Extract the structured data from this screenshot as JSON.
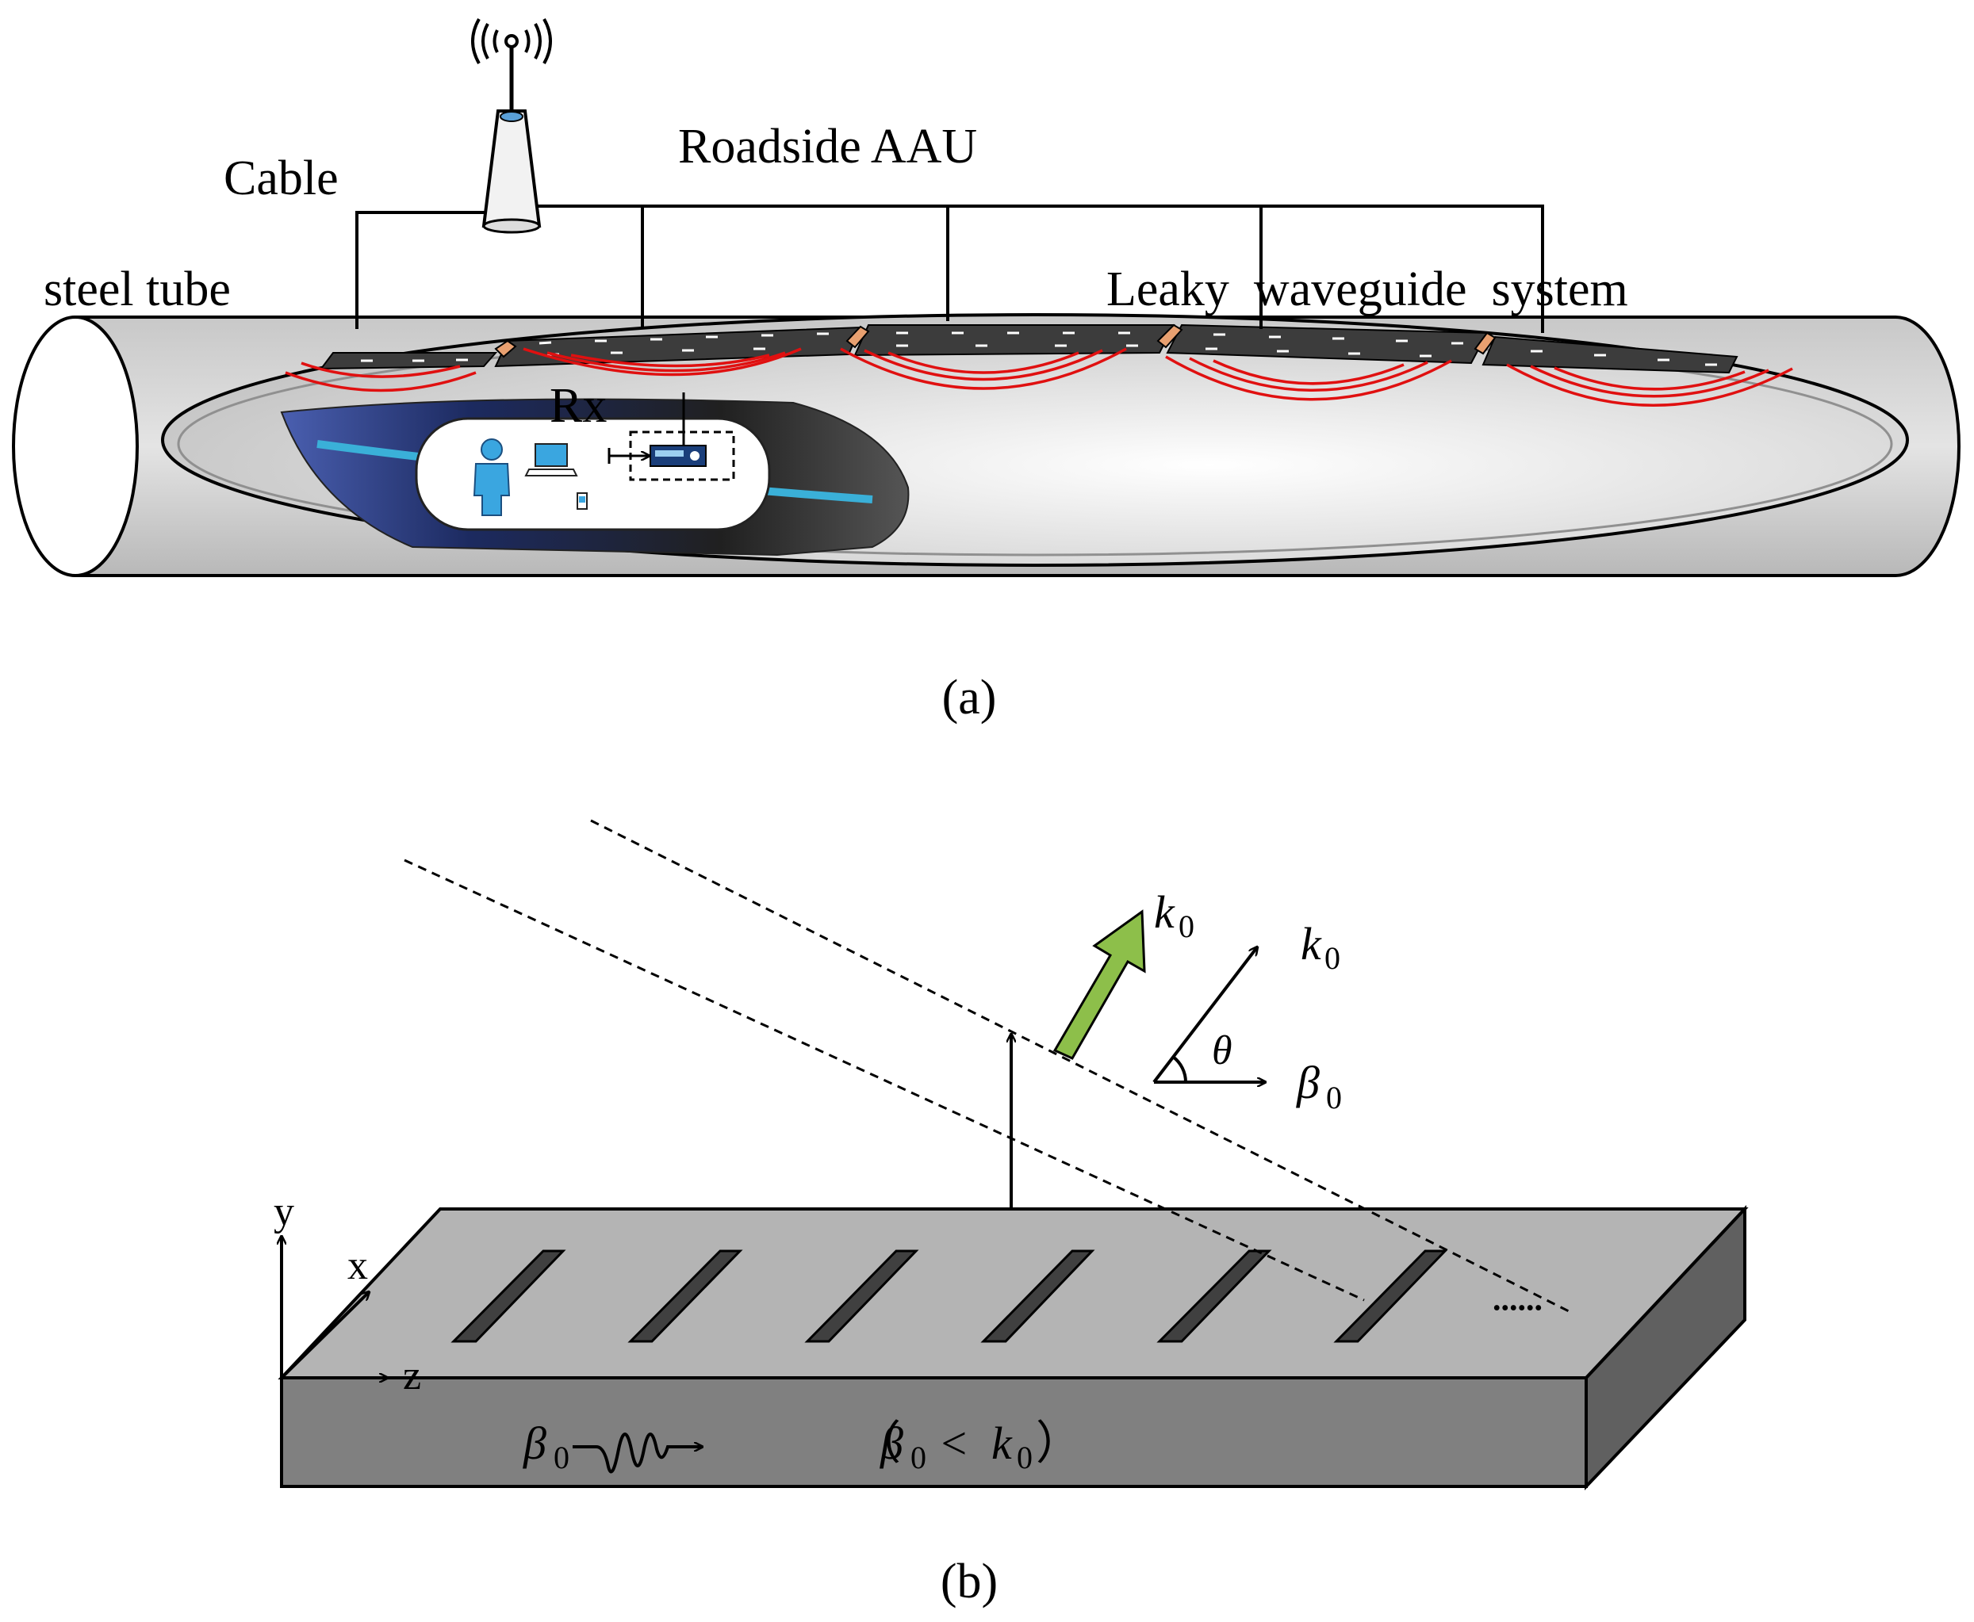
{
  "panel_a": {
    "label_cable": "Cable",
    "label_aau": "Roadside AAU",
    "label_tube": "steel tube",
    "label_waveguide": "Leaky  waveguide  system",
    "label_rx": "Rx",
    "caption": "(a)"
  },
  "panel_b": {
    "k0_arrow": {
      "sym": "k",
      "sub": "0"
    },
    "k0_vector": {
      "sym": "k",
      "sub": "0"
    },
    "beta_vector": {
      "sym": "β",
      "sub": "0"
    },
    "theta": "θ",
    "axis_y": "y",
    "axis_x": "x",
    "axis_z": "z",
    "beta_wave": {
      "sym": "β",
      "sub": "0"
    },
    "condition": {
      "open": "（",
      "beta": "β",
      "beta_sub": "0",
      "lt": " < ",
      "k": "k",
      "k_sub": "0",
      "close": "）"
    },
    "ellipsis": "......",
    "caption": "(b)"
  },
  "colors": {
    "tube": "#d8d8d8",
    "waveguide": "#404040",
    "radiation": "#e01010",
    "arrow_green": "#8dbf4a",
    "slab_top": "#b4b4b4",
    "slab_front": "#808080",
    "slab_side": "#606060"
  }
}
